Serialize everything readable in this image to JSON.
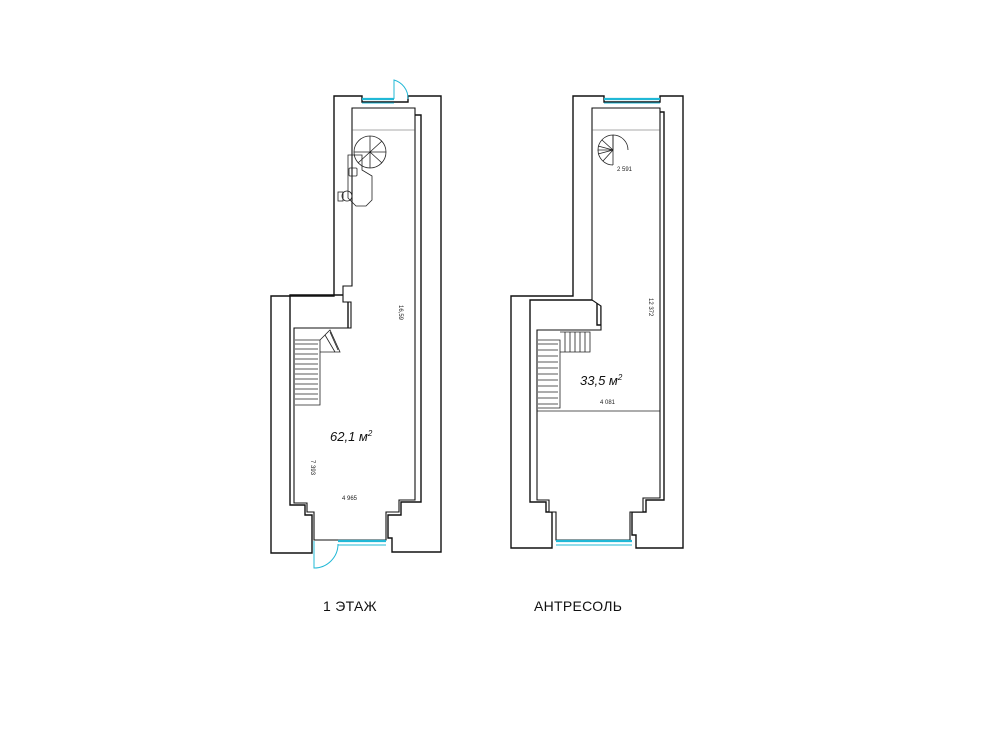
{
  "plans": [
    {
      "id": "floor-1",
      "caption": "1 ЭТАЖ",
      "area_value": "62,1 м",
      "area_sup": "2",
      "dimensions": {
        "length": "16,59",
        "width": "4 965",
        "side": "7 393"
      }
    },
    {
      "id": "mezzanine",
      "caption": "АНТРЕСОЛЬ",
      "area_value": "33,5 м",
      "area_sup": "2",
      "dimensions": {
        "length": "12 372",
        "width_top": "2 591",
        "width_mid": "4 081"
      }
    }
  ],
  "colors": {
    "glazing": "#21b8d6",
    "walls": "#111111",
    "background": "#ffffff"
  }
}
